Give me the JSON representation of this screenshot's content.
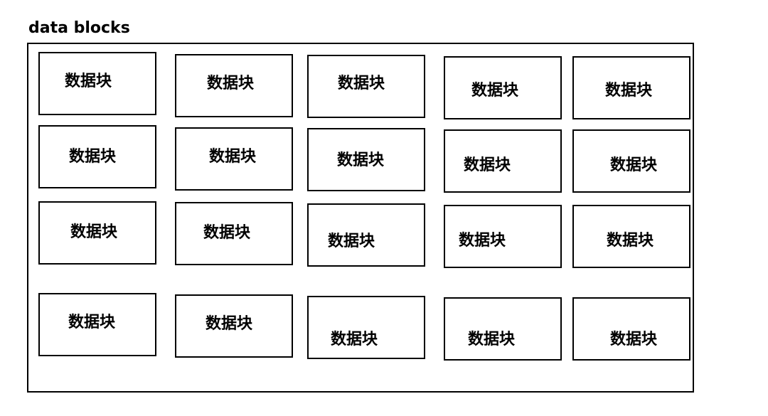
{
  "title": "data blocks",
  "block_label": "数据块",
  "rows": [
    [
      "数据块",
      "数据块",
      "数据块",
      "数据块",
      "数据块"
    ],
    [
      "数据块",
      "数据块",
      "数据块",
      "数据块",
      "数据块"
    ],
    [
      "数据块",
      "数据块",
      "数据块",
      "数据块",
      "数据块"
    ],
    [
      "数据块",
      "数据块",
      "数据块",
      "数据块",
      "数据块"
    ]
  ]
}
